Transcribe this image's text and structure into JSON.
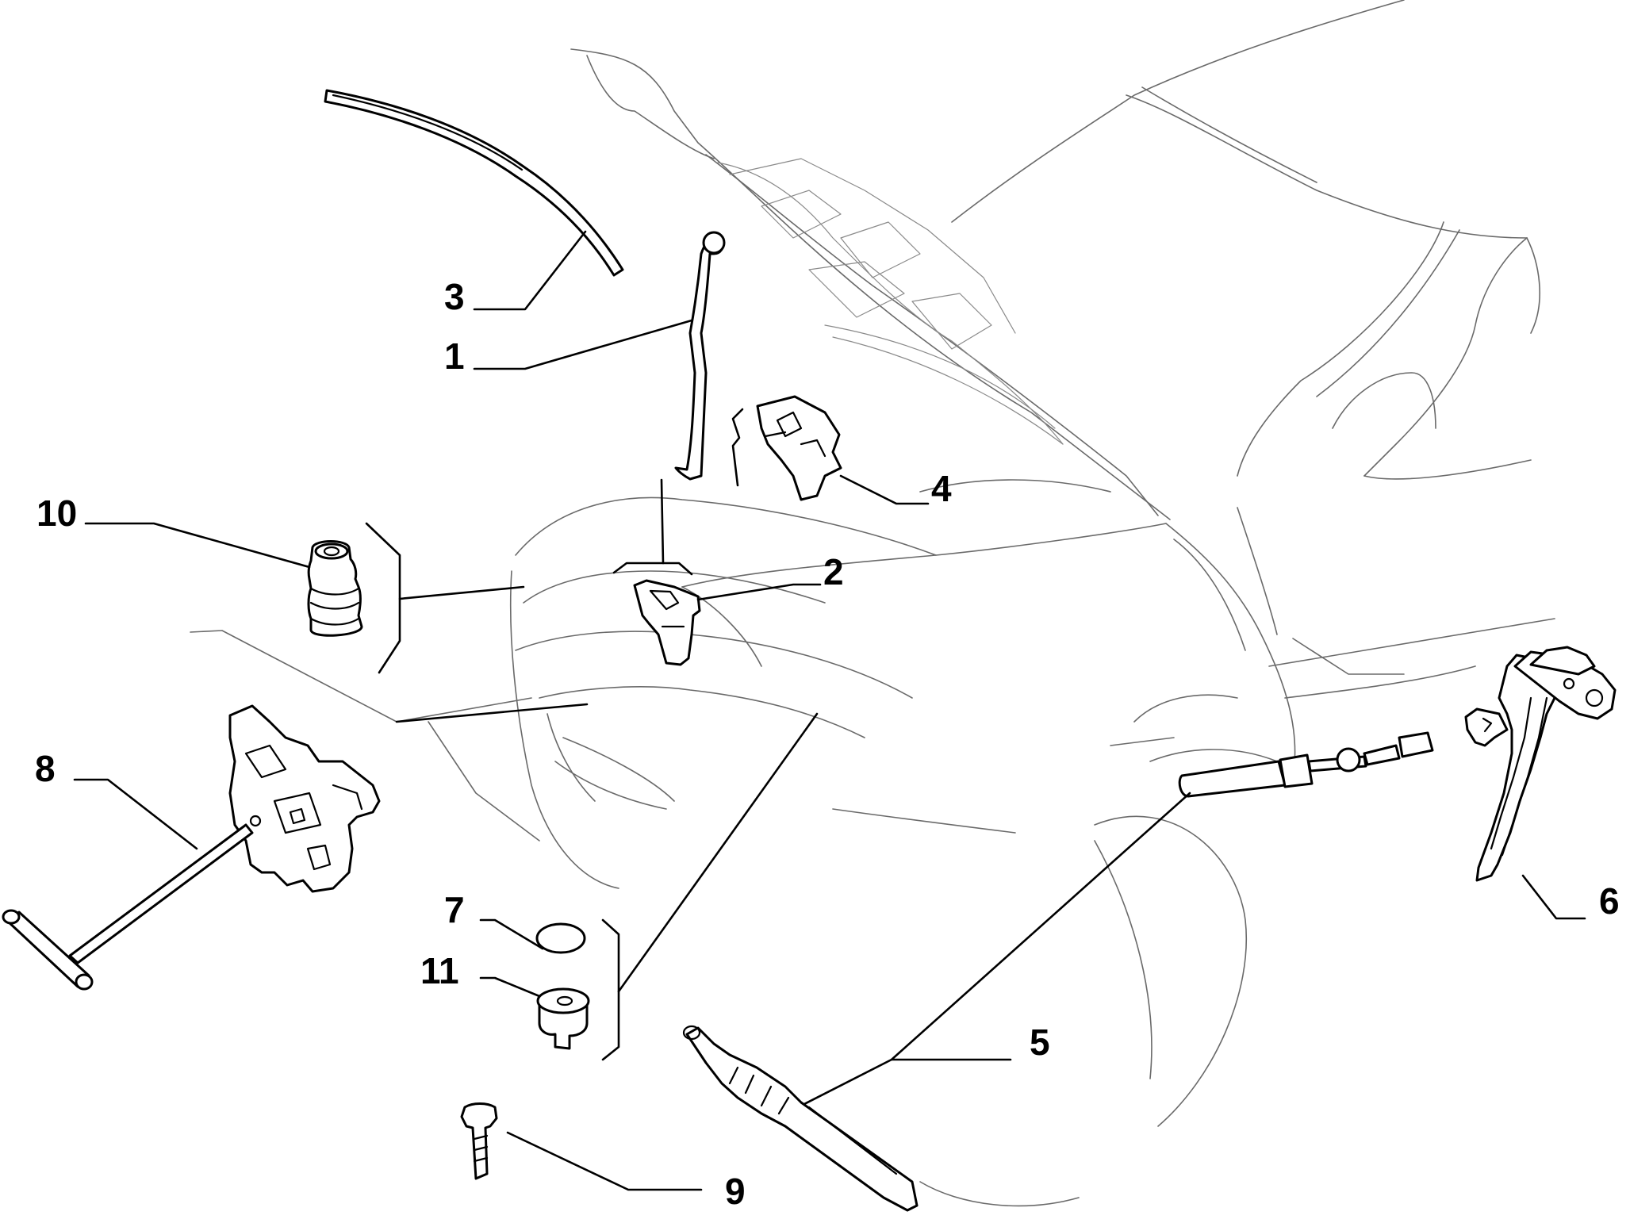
{
  "callouts": [
    {
      "id": "1",
      "label": "1"
    },
    {
      "id": "2",
      "label": "2"
    },
    {
      "id": "3",
      "label": "3"
    },
    {
      "id": "4",
      "label": "4"
    },
    {
      "id": "5",
      "label": "5"
    },
    {
      "id": "6",
      "label": "6"
    },
    {
      "id": "7",
      "label": "7"
    },
    {
      "id": "8",
      "label": "8"
    },
    {
      "id": "9",
      "label": "9"
    },
    {
      "id": "10",
      "label": "10"
    },
    {
      "id": "11",
      "label": "11"
    }
  ],
  "colors": {
    "line": "#000000",
    "car_outline": "#6a6a6a",
    "background": "#ffffff"
  }
}
